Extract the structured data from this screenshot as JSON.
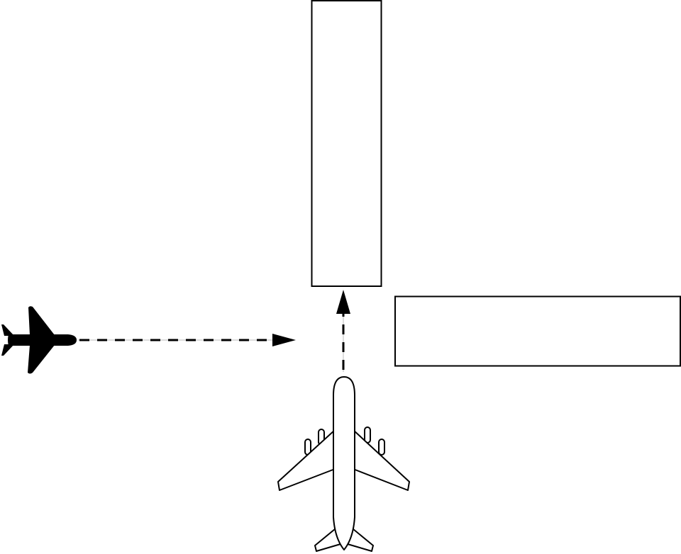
{
  "diagram": {
    "colors": {
      "background": "#ffffff",
      "stroke": "#000000",
      "thin_line": "#bbbbbb",
      "aircraft_fill_dark": "#000000",
      "aircraft_fill_light": "#ffffff"
    },
    "elements": {
      "runway_vertical": {
        "shape": "rectangle",
        "orientation": "vertical"
      },
      "runway_horizontal": {
        "shape": "rectangle",
        "orientation": "horizontal"
      },
      "aircraft_left": {
        "icon": "airplane-side-icon",
        "fill": "black",
        "heading": "east"
      },
      "aircraft_bottom": {
        "icon": "airplane-top-icon",
        "fill": "white",
        "heading": "north"
      },
      "path_left": {
        "style": "dashed",
        "direction": "east"
      },
      "path_bottom": {
        "style": "dashed",
        "direction": "north"
      }
    }
  }
}
